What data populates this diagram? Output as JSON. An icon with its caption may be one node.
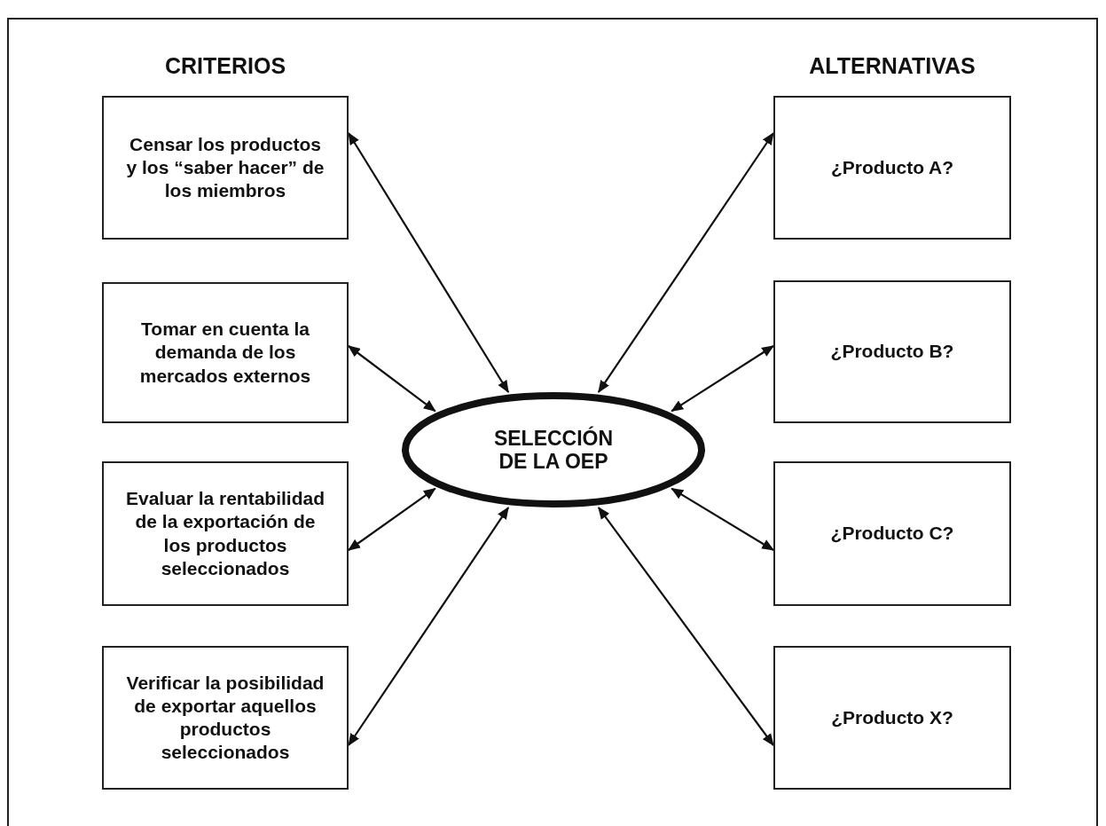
{
  "diagram": {
    "nodes": [
      {
        "text": [
          "SELECCIÓN DE LA OEP"
        ]
      },
      {
        "text": [
          "Censar los productos y los “saber hacer” de los miembros"
        ]
      },
      {
        "text": [
          "Tomar en cuenta la demanda de los mercados externos"
        ]
      },
      {
        "text": [
          "Evaluar la rentabilidad de la exportación de los productos seleccionados"
        ]
      },
      {
        "text": [
          "Verificar la posibilidad de exportar aquellos productos seleccionados"
        ]
      },
      {
        "text": [
          "¿Producto A?"
        ]
      },
      {
        "text": [
          "¿Producto B?"
        ]
      },
      {
        "text": [
          "¿Producto C?"
        ]
      },
      {
        "text": [
          "¿Producto X?"
        ]
      }
    ],
    "edges": [
      {
        "from": 1,
        "to": 0,
        "arrow": "both"
      },
      {
        "from": 2,
        "to": 0,
        "arrow": "both"
      },
      {
        "from": 3,
        "to": 0,
        "arrow": "both"
      },
      {
        "from": 4,
        "to": 0,
        "arrow": "both"
      },
      {
        "from": 5,
        "to": 0,
        "arrow": "both"
      },
      {
        "from": 6,
        "to": 0,
        "arrow": "both"
      },
      {
        "from": 7,
        "to": 0,
        "arrow": "both"
      },
      {
        "from": 8,
        "to": 0,
        "arrow": "both"
      }
    ],
    "labels": [
      "CRITERIOS",
      "ALTERNATIVAS"
    ]
  }
}
